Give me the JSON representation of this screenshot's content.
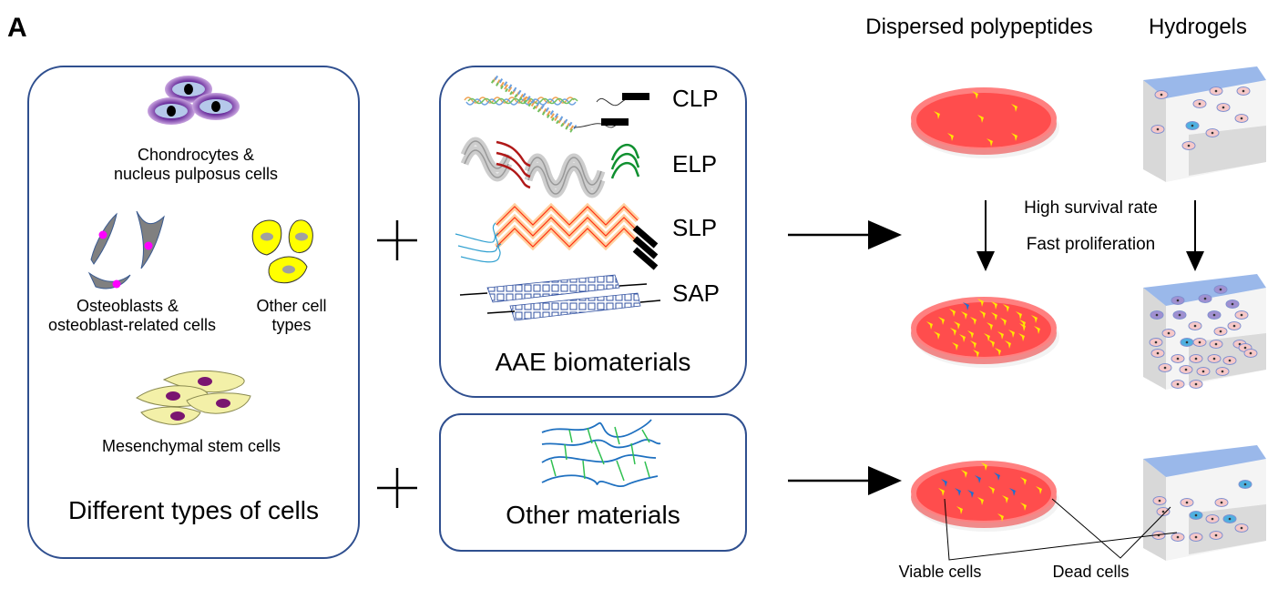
{
  "panel_label": "A",
  "cells_box": {
    "title": "Different types of cells",
    "cell_types": [
      {
        "name": "chondrocytes",
        "line1": "Chondrocytes &",
        "line2": "nucleus pulposus cells",
        "icon": "chondrocyte-cells-icon",
        "color": "#7a3fa8"
      },
      {
        "name": "osteoblasts",
        "line1": "Osteoblasts &",
        "line2": "osteoblast-related cells",
        "icon": "osteoblast-cells-icon",
        "color": "#808080"
      },
      {
        "name": "other",
        "line1": "Other cell",
        "line2": "types",
        "icon": "other-cells-icon",
        "color": "#ffff00"
      },
      {
        "name": "msc",
        "line1": "Mesenchymal stem cells",
        "line2": "",
        "icon": "mesenchymal-stem-cells-icon",
        "color": "#f3f0a8"
      }
    ]
  },
  "operators": {
    "plus": "+"
  },
  "aae_box": {
    "title": "AAE biomaterials",
    "materials": [
      {
        "label": "CLP",
        "icon": "collagen-like-polypeptide-icon"
      },
      {
        "label": "ELP",
        "icon": "elastin-like-polypeptide-icon"
      },
      {
        "label": "SLP",
        "icon": "silk-like-polypeptide-icon"
      },
      {
        "label": "SAP",
        "icon": "self-assembling-peptide-icon"
      }
    ]
  },
  "other_box": {
    "title": "Other materials",
    "icon": "polymer-network-icon"
  },
  "results": {
    "col1_header": "Dispersed polypeptides",
    "col2_header": "Hydrogels",
    "outcome_line1": "High survival rate",
    "outcome_line2": "Fast proliferation",
    "legend_viable": "Viable cells",
    "legend_dead": "Dead cells"
  },
  "colors": {
    "box_border": "#2f4f8f",
    "dish_red": "#ff4d4d",
    "viable_cell": "#ffe800",
    "dead_cell": "#1e6fd0",
    "gel_top": "#8fb0e8"
  }
}
